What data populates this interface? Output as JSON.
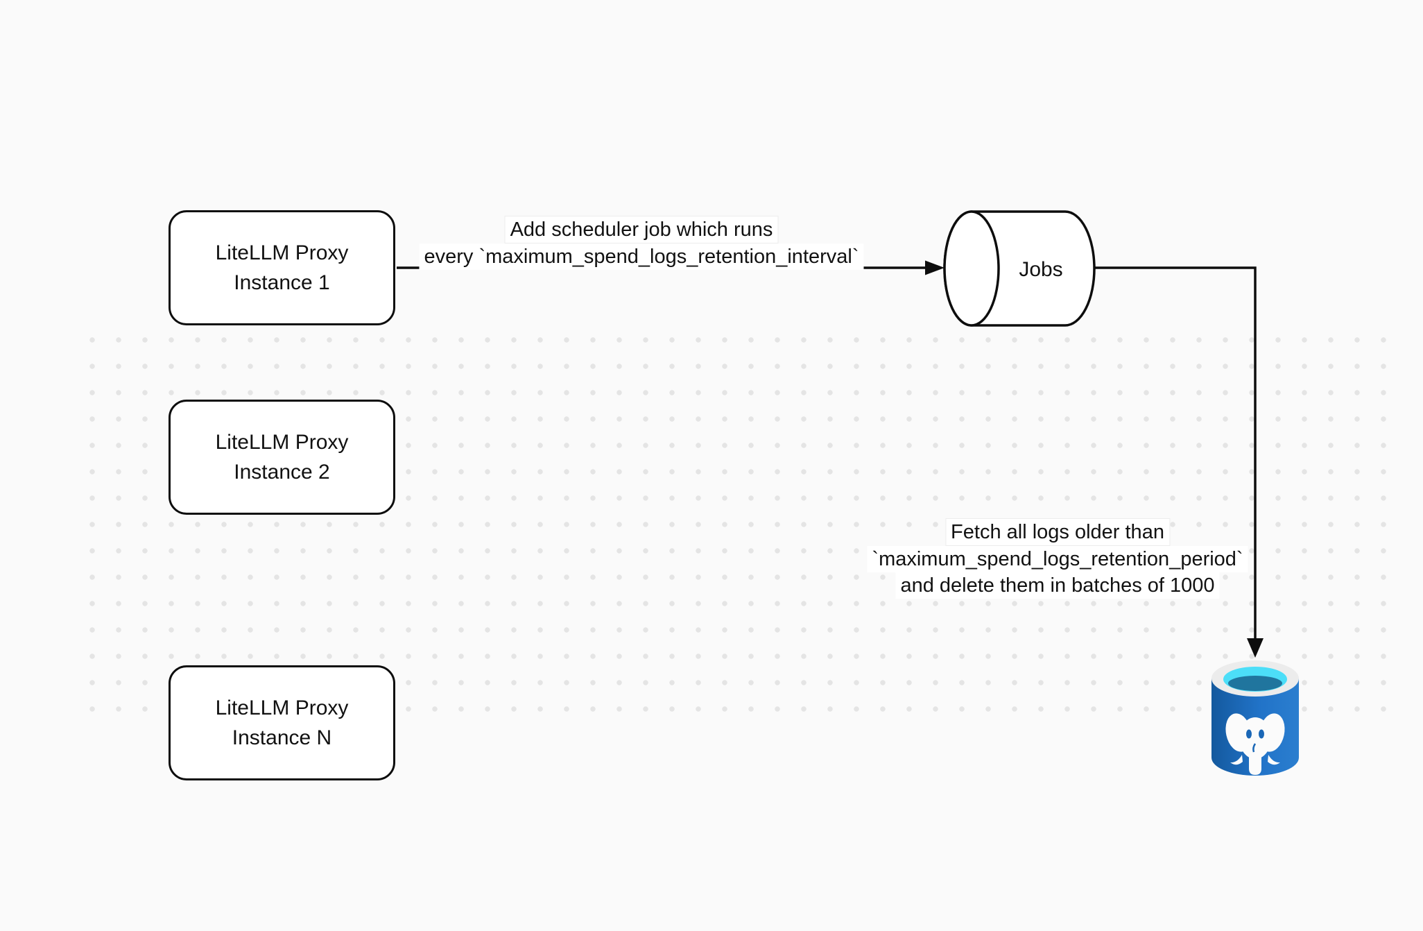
{
  "canvas": {
    "background": "#fafafa",
    "dot_color": "#e4e4e4",
    "stroke_color": "#0d0d0d"
  },
  "nodes": {
    "proxy1": {
      "line1": "LiteLLM Proxy",
      "line2": "Instance 1"
    },
    "proxy2": {
      "line1": "LiteLLM Proxy",
      "line2": "Instance 2"
    },
    "proxyN": {
      "line1": "LiteLLM Proxy",
      "line2": "Instance N"
    },
    "jobs": {
      "label": "Jobs"
    },
    "postgres": {
      "icon": "postgresql-database-icon",
      "body_color": "#1e6ec0",
      "rim_color": "#ececec",
      "top_color": "#4cdef8",
      "inner_color": "#20759e"
    }
  },
  "edges": {
    "scheduler": {
      "label_line1": "Add scheduler job which runs",
      "label_line2": "every `maximum_spend_logs_retention_interval`"
    },
    "fetch": {
      "label_line1": "Fetch all logs older than",
      "label_line2": "`maximum_spend_logs_retention_period`",
      "label_line3": "and delete them in batches of 1000"
    }
  }
}
